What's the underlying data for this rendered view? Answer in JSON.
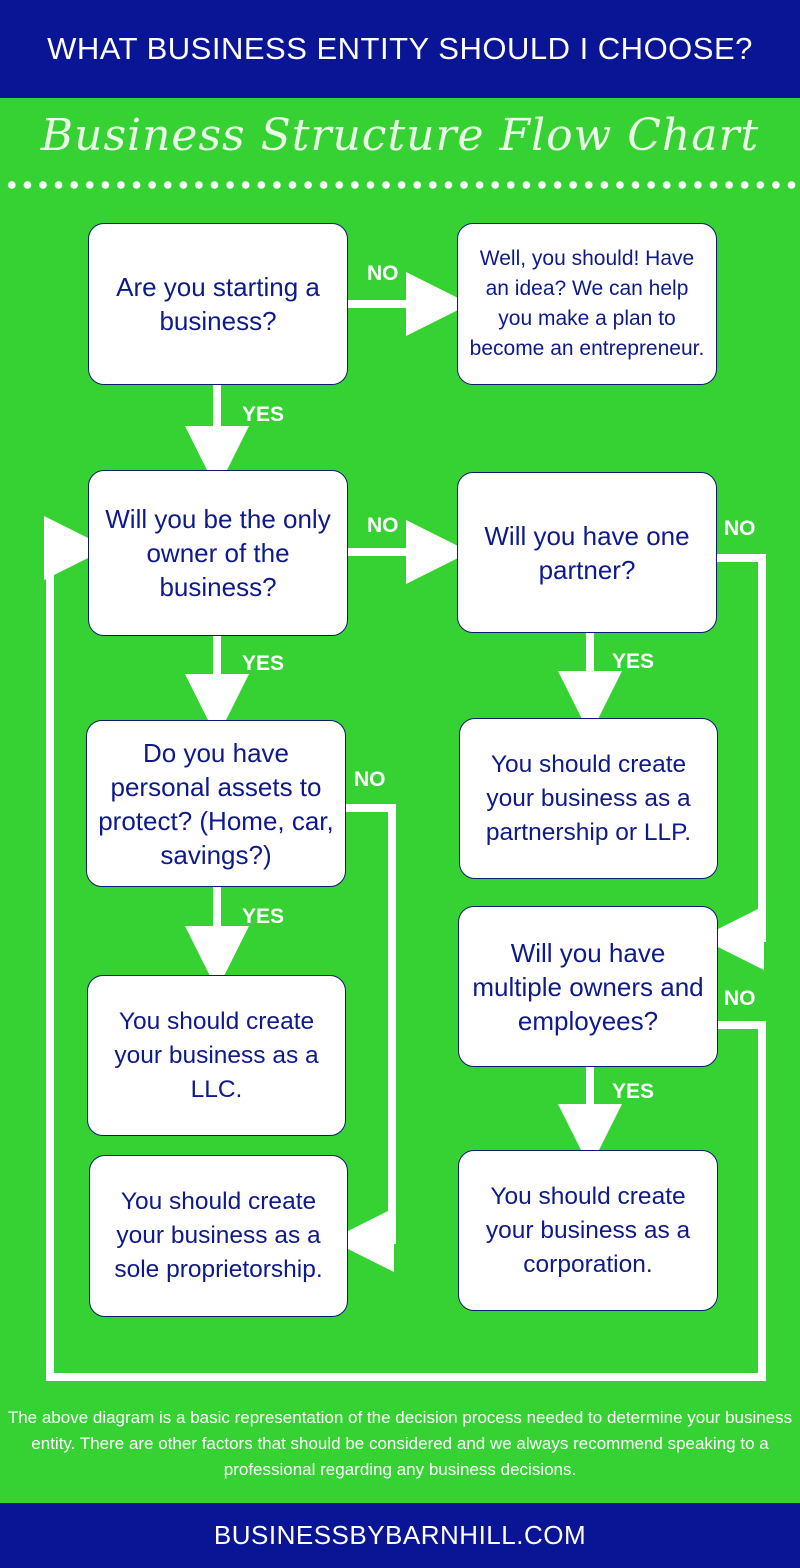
{
  "header": {
    "title": "WHAT BUSINESS ENTITY SHOULD I CHOOSE?"
  },
  "subtitle": "Business Structure Flow Chart",
  "nodes": {
    "starting": "Are you starting a business?",
    "should": "Well, you should! Have an idea? We can help you make a plan to become an entrepreneur.",
    "only_owner": "Will you be the only owner of the business?",
    "one_partner": "Will you have one partner?",
    "assets": "Do you have personal assets to protect? (Home, car, savings?)",
    "partnership": "You should create your business as a partnership or LLP.",
    "multiple": "Will you have multiple owners and employees?",
    "llc": "You should create your business as a LLC.",
    "sole": "You should create your business as a sole proprietorship.",
    "corporation": "You should create your business as a corporation."
  },
  "labels": {
    "yes": "YES",
    "no": "NO"
  },
  "note": "The above diagram is a basic representation of the decision process needed to determine your business entity. There are other factors that should be considered and we always recommend speaking to a professional regarding any business decisions.",
  "footer": "BUSINESSBYBARNHILL.COM",
  "colors": {
    "background": "#36d234",
    "banner": "#0a1596",
    "box_text": "#0e1a8c",
    "arrow": "#ffffff"
  }
}
